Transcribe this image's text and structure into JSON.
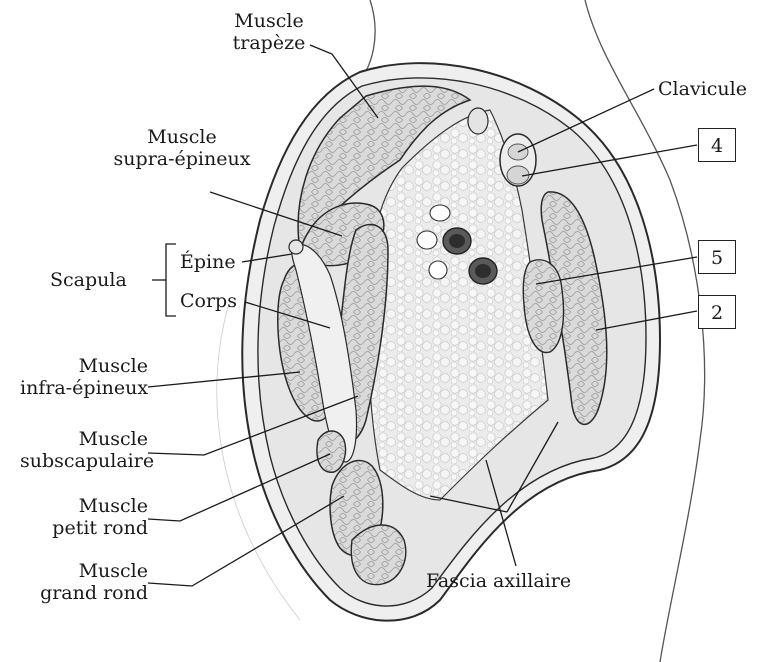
{
  "labels": {
    "trapeze": [
      "Muscle",
      "trapèze"
    ],
    "clavicule": "Clavicule",
    "supra": [
      "Muscle",
      "supra-épineux"
    ],
    "scapula": "Scapula",
    "epine": "Épine",
    "corps": "Corps",
    "infra": [
      "Muscle",
      "infra-épineux"
    ],
    "subscap": [
      "Muscle",
      "subscapulaire"
    ],
    "petit": [
      "Muscle",
      "petit rond"
    ],
    "grand": [
      "Muscle",
      "grand rond"
    ],
    "fascia": "Fascia axillaire"
  },
  "boxes": {
    "b4": "4",
    "b5": "5",
    "b2": "2"
  },
  "colors": {
    "ink": "#2a2a2a",
    "tissue": "#dcdcdc",
    "fat": "#e8e8e8",
    "vessel": "#4a4a4a"
  }
}
